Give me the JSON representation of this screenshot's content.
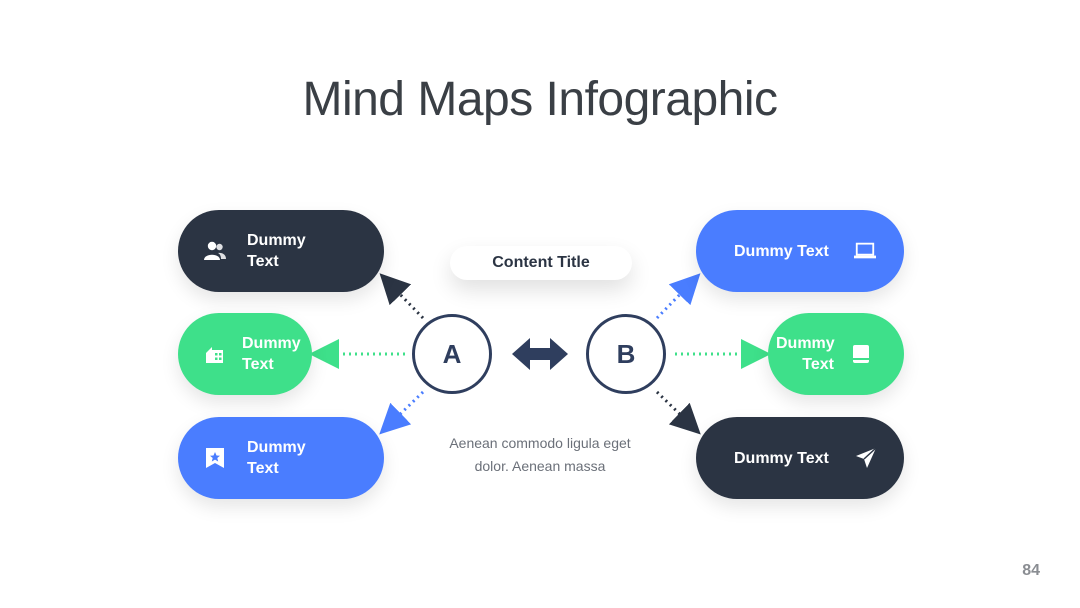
{
  "title": "Mind Maps Infographic",
  "content_title": "Content Title",
  "node_a": "A",
  "node_b": "B",
  "description_lines": [
    "Aenean commodo ligula eget",
    "dolor. Aenean massa"
  ],
  "page_number": "84",
  "left_items": [
    {
      "lines": [
        "Dummy",
        "Text"
      ],
      "icon": "users-icon",
      "color": "#2b3443"
    },
    {
      "lines": [
        "Dummy",
        "Text"
      ],
      "icon": "building-icon",
      "color": "#3ee08a"
    },
    {
      "lines": [
        "Dummy",
        "Text"
      ],
      "icon": "bookmark-star-icon",
      "color": "#4a7dff"
    }
  ],
  "right_items": [
    {
      "lines": [
        "Dummy Text"
      ],
      "icon": "laptop-icon",
      "color": "#4a7dff"
    },
    {
      "lines": [
        "Dummy",
        "Text"
      ],
      "icon": "book-icon",
      "color": "#3ee08a"
    },
    {
      "lines": [
        "Dummy Text"
      ],
      "icon": "paper-plane-icon",
      "color": "#2b3443"
    }
  ],
  "colors": {
    "dark": "#2b3443",
    "blue": "#4a7dff",
    "green": "#3ee08a",
    "circle_border": "#2f3e5e"
  }
}
